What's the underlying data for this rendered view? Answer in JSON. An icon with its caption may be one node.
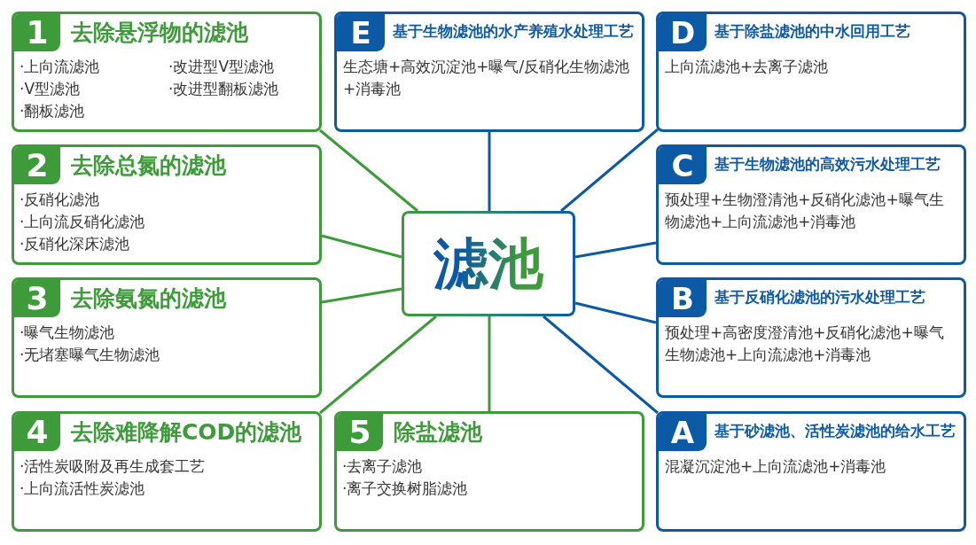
{
  "diagram": {
    "nodes": [
      {
        "text": [
          "滤池"
        ]
      },
      {
        "text": [
          "1",
          "去除悬浮物的滤池",
          "·上向流滤池",
          "·改进型V型滤池",
          "·V型滤池",
          "·改进型翻板滤池",
          "·翻板滤池"
        ]
      },
      {
        "text": [
          "2",
          "去除总氮的滤池",
          "·反硝化滤池",
          "·上向流反硝化滤池",
          "·反硝化深床滤池"
        ]
      },
      {
        "text": [
          "3",
          "去除氨氮的滤池",
          "·曝气生物滤池",
          "·无堵塞曝气生物滤池"
        ]
      },
      {
        "text": [
          "4",
          "去除难降解COD的滤池",
          "·活性炭吸附及再生成套工艺",
          "·上向流活性炭滤池"
        ]
      },
      {
        "text": [
          "5",
          "除盐滤池",
          "·去离子滤池",
          "·离子交换树脂滤池"
        ]
      },
      {
        "text": [
          "E",
          "基于生物滤池的水产养殖水处理工艺",
          "生态塘+高效沉淀池+曝气/反硝化生物滤池+消毒池"
        ]
      },
      {
        "text": [
          "D",
          "基于除盐滤池的中水回用工艺",
          "上向流滤池+去离子滤池"
        ]
      },
      {
        "text": [
          "C",
          "基于生物滤池的高效污水处理工艺",
          "预处理+生物澄清池+反硝化滤池+曝气生物滤池+上向流滤池+消毒池"
        ]
      },
      {
        "text": [
          "B",
          "基于反硝化滤池的污水处理工艺",
          "预处理+高密度澄清池+反硝化滤池+曝气生物滤池+上向流滤池+消毒池"
        ]
      },
      {
        "text": [
          "A",
          "基于砂滤池、活性炭滤池的给水工艺",
          "混凝沉淀池+上向流滤池+消毒池"
        ]
      }
    ],
    "edges": [
      {
        "from": 0,
        "to": 1,
        "arrow": "none"
      },
      {
        "from": 0,
        "to": 2,
        "arrow": "none"
      },
      {
        "from": 0,
        "to": 3,
        "arrow": "none"
      },
      {
        "from": 0,
        "to": 4,
        "arrow": "none"
      },
      {
        "from": 0,
        "to": 5,
        "arrow": "none"
      },
      {
        "from": 0,
        "to": 6,
        "arrow": "none",
        "color": "#0c5aa6"
      },
      {
        "from": 0,
        "to": 7,
        "arrow": "none",
        "color": "#0c5aa6"
      },
      {
        "from": 0,
        "to": 8,
        "arrow": "none",
        "color": "#0c5aa6"
      },
      {
        "from": 0,
        "to": 9,
        "arrow": "none",
        "color": "#0c5aa6"
      },
      {
        "from": 0,
        "to": 10,
        "arrow": "none",
        "color": "#0c5aa6"
      }
    ]
  }
}
